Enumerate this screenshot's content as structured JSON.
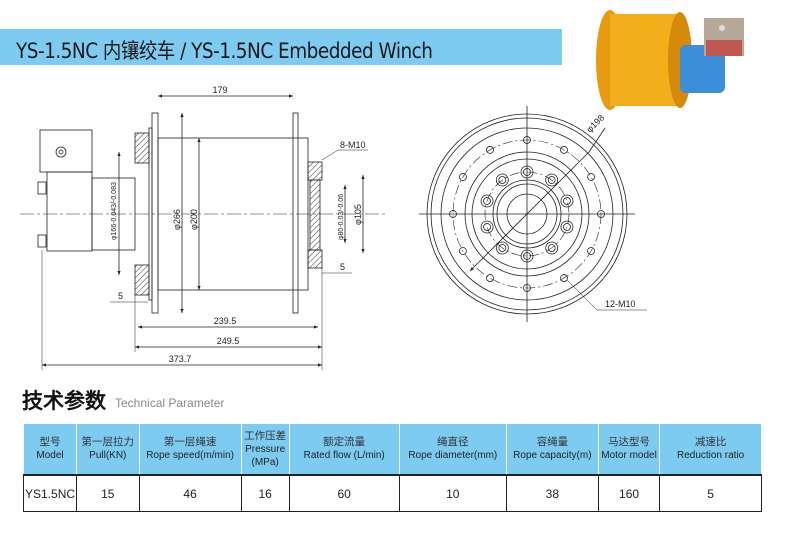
{
  "header": {
    "title": "YS-1.5NC 内镶绞车 / YS-1.5NC Embedded Winch"
  },
  "drawing": {
    "side": {
      "d179": "179",
      "m8": "8-M10",
      "d166": "φ166-0.043/-0.083",
      "d266": "φ266",
      "d200": "φ200",
      "d80": "φ80-0.03/-0.06",
      "d105": "φ105",
      "d5_left": "5",
      "d5_right": "5",
      "d239": "239.5",
      "d249": "249.5",
      "d373": "373.7"
    },
    "front": {
      "d198": "φ198",
      "m12": "12-M10"
    }
  },
  "params": {
    "title_zh": "技术参数",
    "title_en": "Technical Parameter",
    "columns": [
      {
        "zh": "型号",
        "en": "Model"
      },
      {
        "zh": "第一层拉力",
        "en": "Pull(KN)"
      },
      {
        "zh": "第一层绳速",
        "en": "Rope speed(m/min)"
      },
      {
        "zh": "工作压差",
        "en": "Pressure (MPa)"
      },
      {
        "zh": "额定流量",
        "en": "Rated flow (L/min)"
      },
      {
        "zh": "绳直径",
        "en": "Rope diameter(mm)"
      },
      {
        "zh": "容绳量",
        "en": "Rope capacity(m)"
      },
      {
        "zh": "马达型号",
        "en": "Motor model"
      },
      {
        "zh": "减速比",
        "en": "Reduction ratio"
      }
    ],
    "rows": [
      [
        "YS1.5NC",
        "15",
        "46",
        "16",
        "60",
        "10",
        "38",
        "160",
        "5"
      ]
    ]
  },
  "colors": {
    "accent": "#7ecbf2",
    "drum": "#f0a818",
    "motor": "#3a8fd8"
  }
}
